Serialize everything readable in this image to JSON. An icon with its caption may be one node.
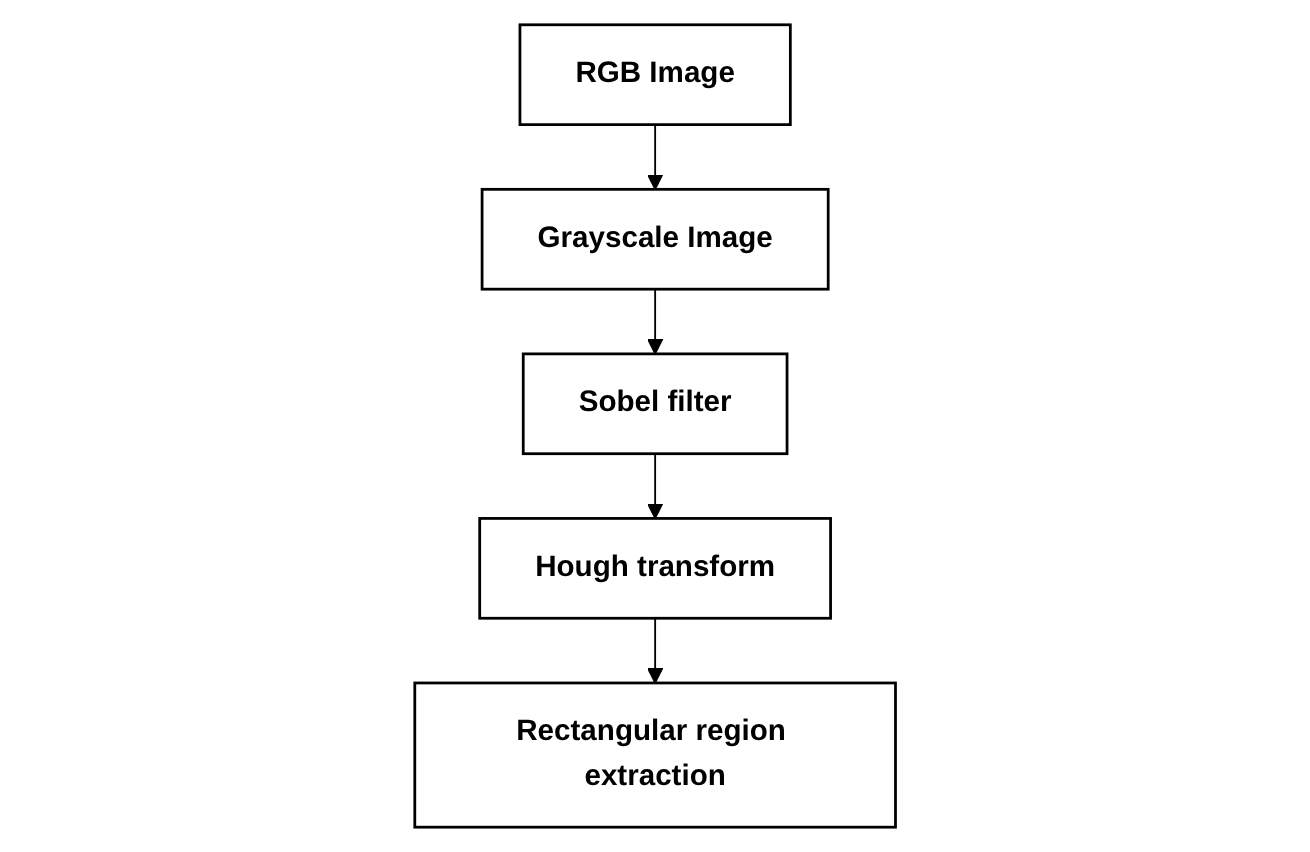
{
  "diagram": {
    "nodes": [
      {
        "text": [
          "RGB Image"
        ]
      },
      {
        "text": [
          "Grayscale Image"
        ]
      },
      {
        "text": [
          "Sobel filter"
        ]
      },
      {
        "text": [
          "Hough transform"
        ]
      },
      {
        "text": [
          "Rectangular region extraction"
        ]
      }
    ],
    "edges": [
      {
        "from": 0,
        "to": 1,
        "arrow": "to"
      },
      {
        "from": 1,
        "to": 2,
        "arrow": "to"
      },
      {
        "from": 2,
        "to": 3,
        "arrow": "to"
      },
      {
        "from": 3,
        "to": 4,
        "arrow": "to"
      }
    ]
  }
}
